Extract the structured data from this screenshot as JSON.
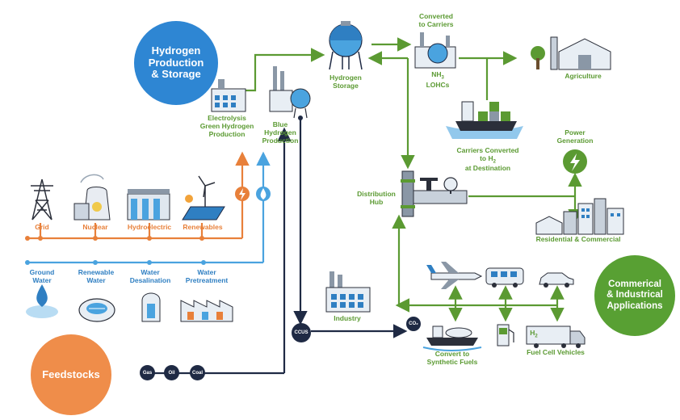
{
  "circles": {
    "hydrogen": "Hydrogen\nProduction\n& Storage",
    "applications": "Commerical\n& Industrical\nApplications",
    "feedstocks": "Feedstocks"
  },
  "labels": {
    "electrolysis": "Electrolysis\nGreen Hydrogen\nProduction",
    "blue": "Blue\nHydrogen\nProduction",
    "storage": "Hydrogen\nStorage",
    "converted": "Converted\nto Carriers",
    "lohcs": "LOHCs",
    "agriculture": "Agriculture",
    "carriers_dest": "Carriers Converted",
    "at_destination": "at Destination",
    "power": "Power\nGeneration",
    "distribution": "Distribution\nHub",
    "residential": "Residential & Commercial",
    "industry": "Industry",
    "synthetic": "Convert to\nSynthetic Fuels",
    "fuelcell": "Fuel Cell Vehicles",
    "grid": "Grid",
    "nuclear": "Nuclear",
    "hydro": "Hydroelectric",
    "renewables": "Renewables",
    "ground": "Ground\nWater",
    "renewable_water": "Renewable\nWater",
    "desal": "Water\nDesalination",
    "pretreat": "Water\nPretreatment"
  },
  "nodes": {
    "ccus": "CCUS",
    "gas": "Gas",
    "oil": "Oil",
    "coal": "Coal",
    "co2": "CO₂"
  },
  "colors": {
    "green": "#5b9a32",
    "orange": "#e8803a",
    "blue": "#2f7fc2",
    "light_blue": "#4aa3df",
    "navy": "#1f2a44",
    "app_circle": "#58a033",
    "feed_circle": "#ef8d4a",
    "hydrogen_circle": "#2e86d3"
  },
  "icons": [
    "transmission-tower-icon",
    "nuclear-plant-icon",
    "dam-icon",
    "solar-wind-icon",
    "water-drop-icon",
    "water-tank-icon",
    "desalination-icon",
    "treatment-plant-icon",
    "factory-icon",
    "storage-tank-icon",
    "converter-plant-icon",
    "barn-icon",
    "ship-icon",
    "bolt-icon",
    "pipe-valve-icon",
    "houses-icon",
    "airplane-icon",
    "bus-icon",
    "car-icon",
    "fuel-pump-icon",
    "truck-icon",
    "industry-icon",
    "synthetic-ship-icon"
  ]
}
